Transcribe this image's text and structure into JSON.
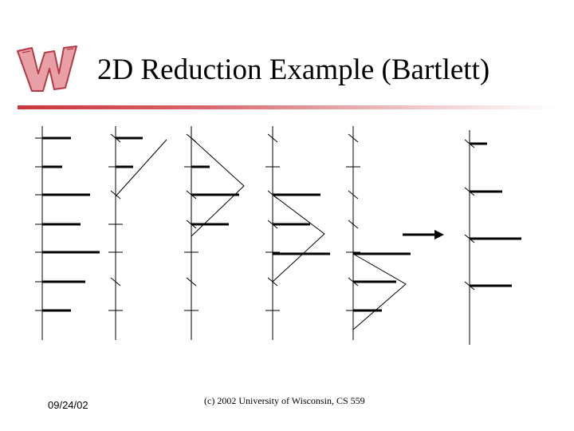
{
  "slide": {
    "title": "2D Reduction Example (Bartlett)",
    "footer_date": "09/24/02",
    "footer_copyright": "(c) 2002 University of Wisconsin, CS 559"
  },
  "logo": {
    "icon": "wisconsin-w-logo",
    "letter": "W",
    "color": "#e8a0a6",
    "outline": "#b33a45"
  },
  "accent_color": "#c9363b"
}
